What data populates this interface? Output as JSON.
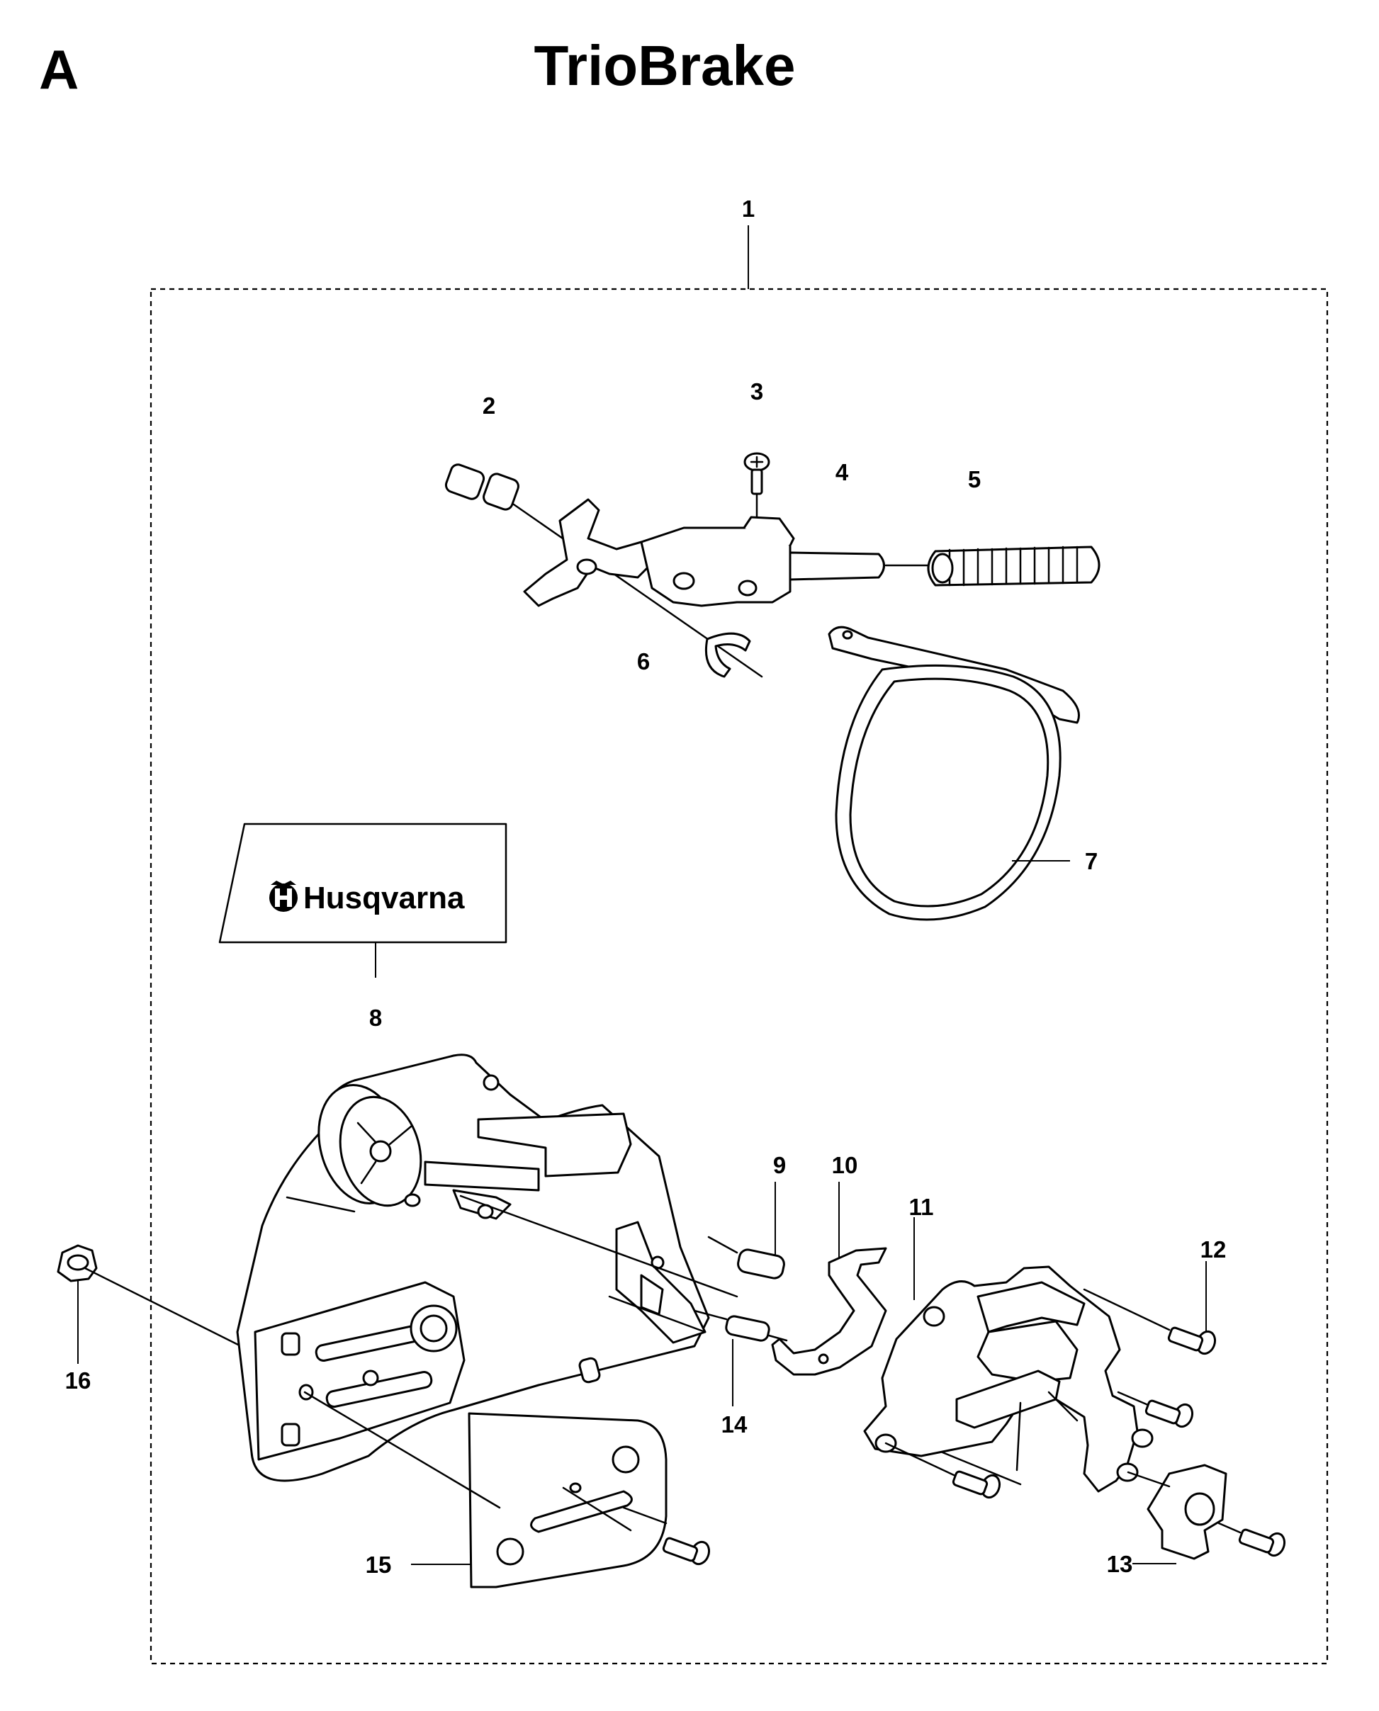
{
  "section_letter": "A",
  "title": "TrioBrake",
  "decal_text": "Husqvarna",
  "callouts": [
    "1",
    "2",
    "3",
    "4",
    "5",
    "6",
    "7",
    "8",
    "9",
    "10",
    "11",
    "12",
    "13",
    "14",
    "15",
    "16"
  ],
  "icons": {
    "brand_logo": "husqvarna-crown-h-logo"
  }
}
